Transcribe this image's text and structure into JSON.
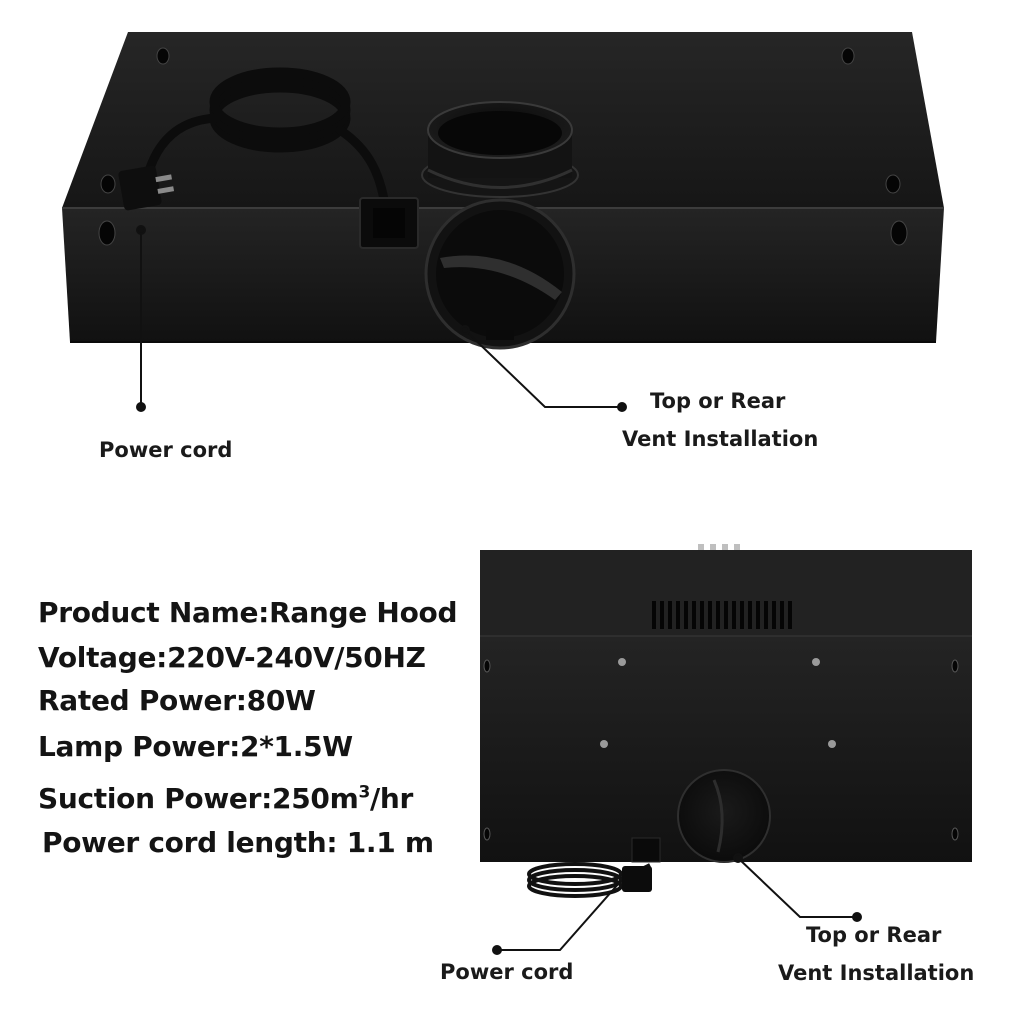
{
  "top_photo": {
    "callouts": {
      "power_cord": "Power cord",
      "vent_line1": "Top or Rear",
      "vent_line2": "Vent Installation"
    }
  },
  "bottom_photo": {
    "callouts": {
      "power_cord": "Power cord",
      "vent_line1": "Top or Rear",
      "vent_line2": "Vent Installation"
    }
  },
  "specs": {
    "product_name": "Product Name:Range Hood",
    "voltage": "Voltage:220V-240V/50HZ",
    "rated_power": "Rated Power:80W",
    "lamp_power": "Lamp Power:2*1.5W",
    "suction_power_prefix": "Suction Power:250m",
    "suction_power_sup": "3",
    "suction_power_suffix": "/hr",
    "cord_length": "Power cord length: 1.1 m"
  },
  "colors": {
    "hood_body": "#1b1b1b",
    "hood_highlight": "#3a3a3a",
    "text": "#141414",
    "background": "#ffffff"
  }
}
